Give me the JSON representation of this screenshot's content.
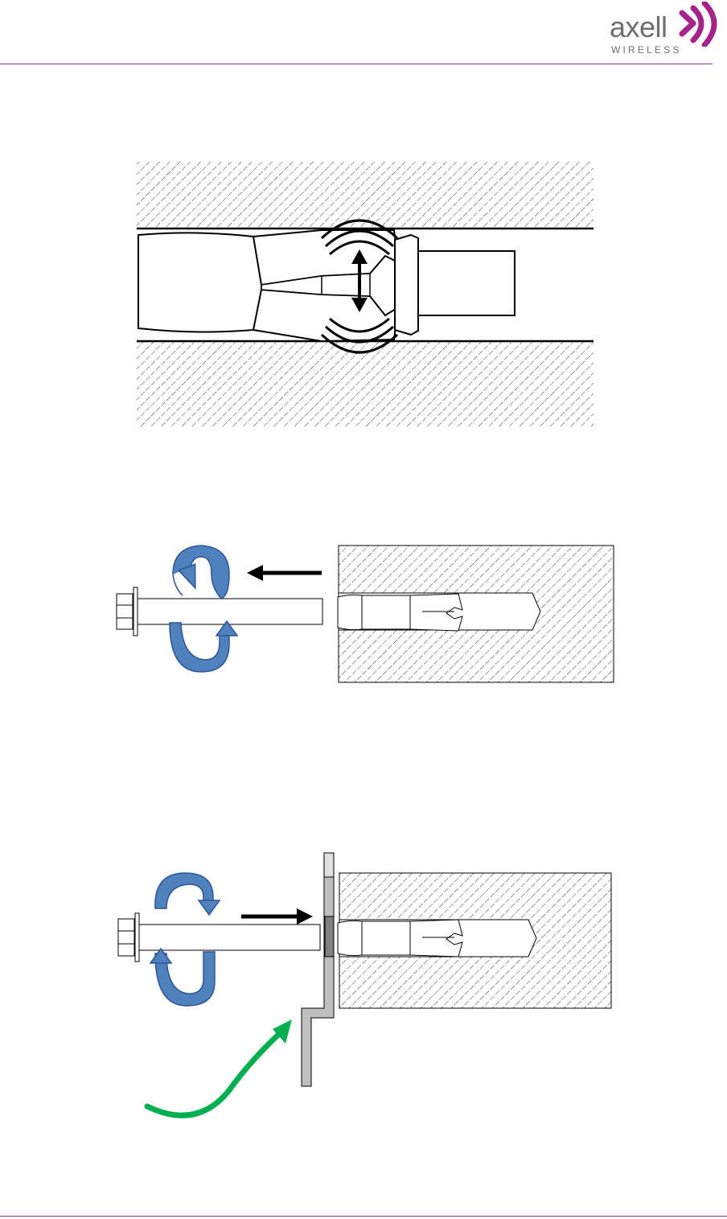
{
  "header": {
    "logo_word": "axell",
    "logo_sub": "WIRELESS",
    "brand_color": "#8a3c8f",
    "logo_mark_color": "#a4248b"
  },
  "figures": [
    {
      "id": "anchor-expansion-in-hole"
    },
    {
      "id": "bolt-removal-from-anchor"
    },
    {
      "id": "bolt-insertion-through-bracket"
    }
  ],
  "colors": {
    "hatch": "#333333",
    "rotation_arrow_fill": "#4f81bd",
    "rotation_arrow_stroke": "#2f5496",
    "pointer_arrow": "#00b050",
    "bracket_fill": "#bfbfbf",
    "washer_dark": "#808080"
  },
  "icons": {
    "rotation": "circular-arrow-icon",
    "direction": "straight-arrow-icon",
    "pointer": "curved-arrow-icon"
  }
}
